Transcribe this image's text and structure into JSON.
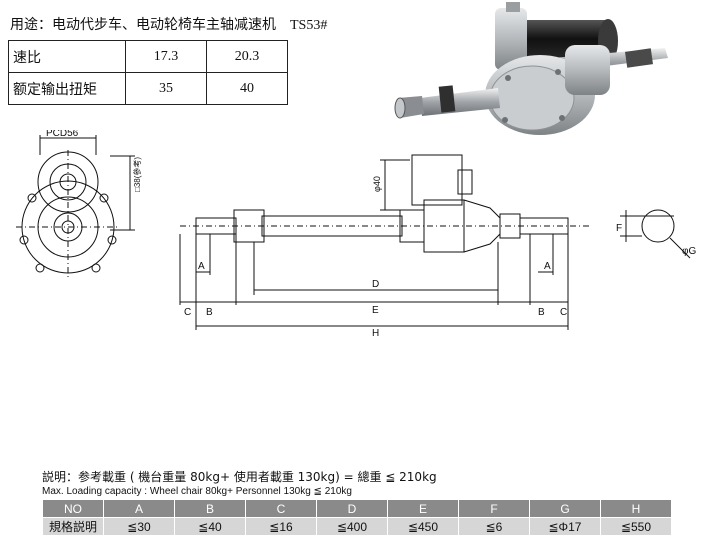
{
  "header": {
    "title": "用途：电动代步车、电动轮椅车主轴减速机",
    "model": "TS53#"
  },
  "spec_table": {
    "rows": [
      {
        "label": "速比",
        "values": [
          "17.3",
          "20.3"
        ]
      },
      {
        "label": "额定输出扭矩",
        "values": [
          "35",
          "40"
        ]
      }
    ]
  },
  "drawing": {
    "pcd_label": "PCD56",
    "side_dim": "□38(參考)",
    "shaft_dia": "φ40",
    "dim_letters": [
      "A",
      "B",
      "C",
      "D",
      "E",
      "F",
      "G",
      "H"
    ],
    "section_dia": "φG",
    "section_flat": "F"
  },
  "notes": {
    "cn": "説明：参考載重 ( 機台重量 80kg+ 使用者載重 130kg) = 總重 ≦ 210kg",
    "en": "Max. Loading capacity : Wheel chair 80kg+ Personnel 130kg ≦ 210kg"
  },
  "limits_table": {
    "headers": [
      "NO",
      "A",
      "B",
      "C",
      "D",
      "E",
      "F",
      "G",
      "H"
    ],
    "values": [
      "規格説明",
      "≦30",
      "≦40",
      "≦16",
      "≦400",
      "≦450",
      "≦6",
      "≦Φ17",
      "≦550"
    ]
  },
  "colors": {
    "header_bg": "#8a8a8a",
    "value_bg": "#d6d6d6",
    "motor_silver": "#b8bcbf",
    "motor_black": "#1c1c1c"
  }
}
